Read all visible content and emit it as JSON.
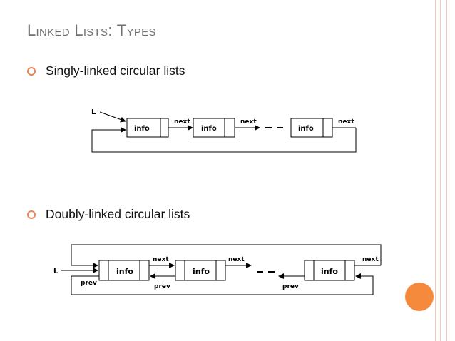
{
  "slide": {
    "title": "Linked Lists: Types",
    "bullets": [
      {
        "text": "Singly-linked circular lists"
      },
      {
        "text": "Doubly-linked circular lists"
      }
    ]
  },
  "singly_diagram": {
    "pointer_label": "L",
    "node_label": "info",
    "next_label": "next",
    "node_labels": [
      "info",
      "info",
      "info"
    ],
    "next_labels": [
      "next",
      "next",
      "next"
    ]
  },
  "doubly_diagram": {
    "pointer_label": "L",
    "node_labels": [
      "info",
      "info",
      "info"
    ],
    "next_labels": [
      "next",
      "next",
      "next"
    ],
    "prev_labels": [
      "prev",
      "prev",
      "prev"
    ]
  },
  "colors": {
    "accent": "#f58a3c",
    "bullet": "#e8845a",
    "title": "#6f6f6f",
    "stripe": "#f4c6b6"
  }
}
